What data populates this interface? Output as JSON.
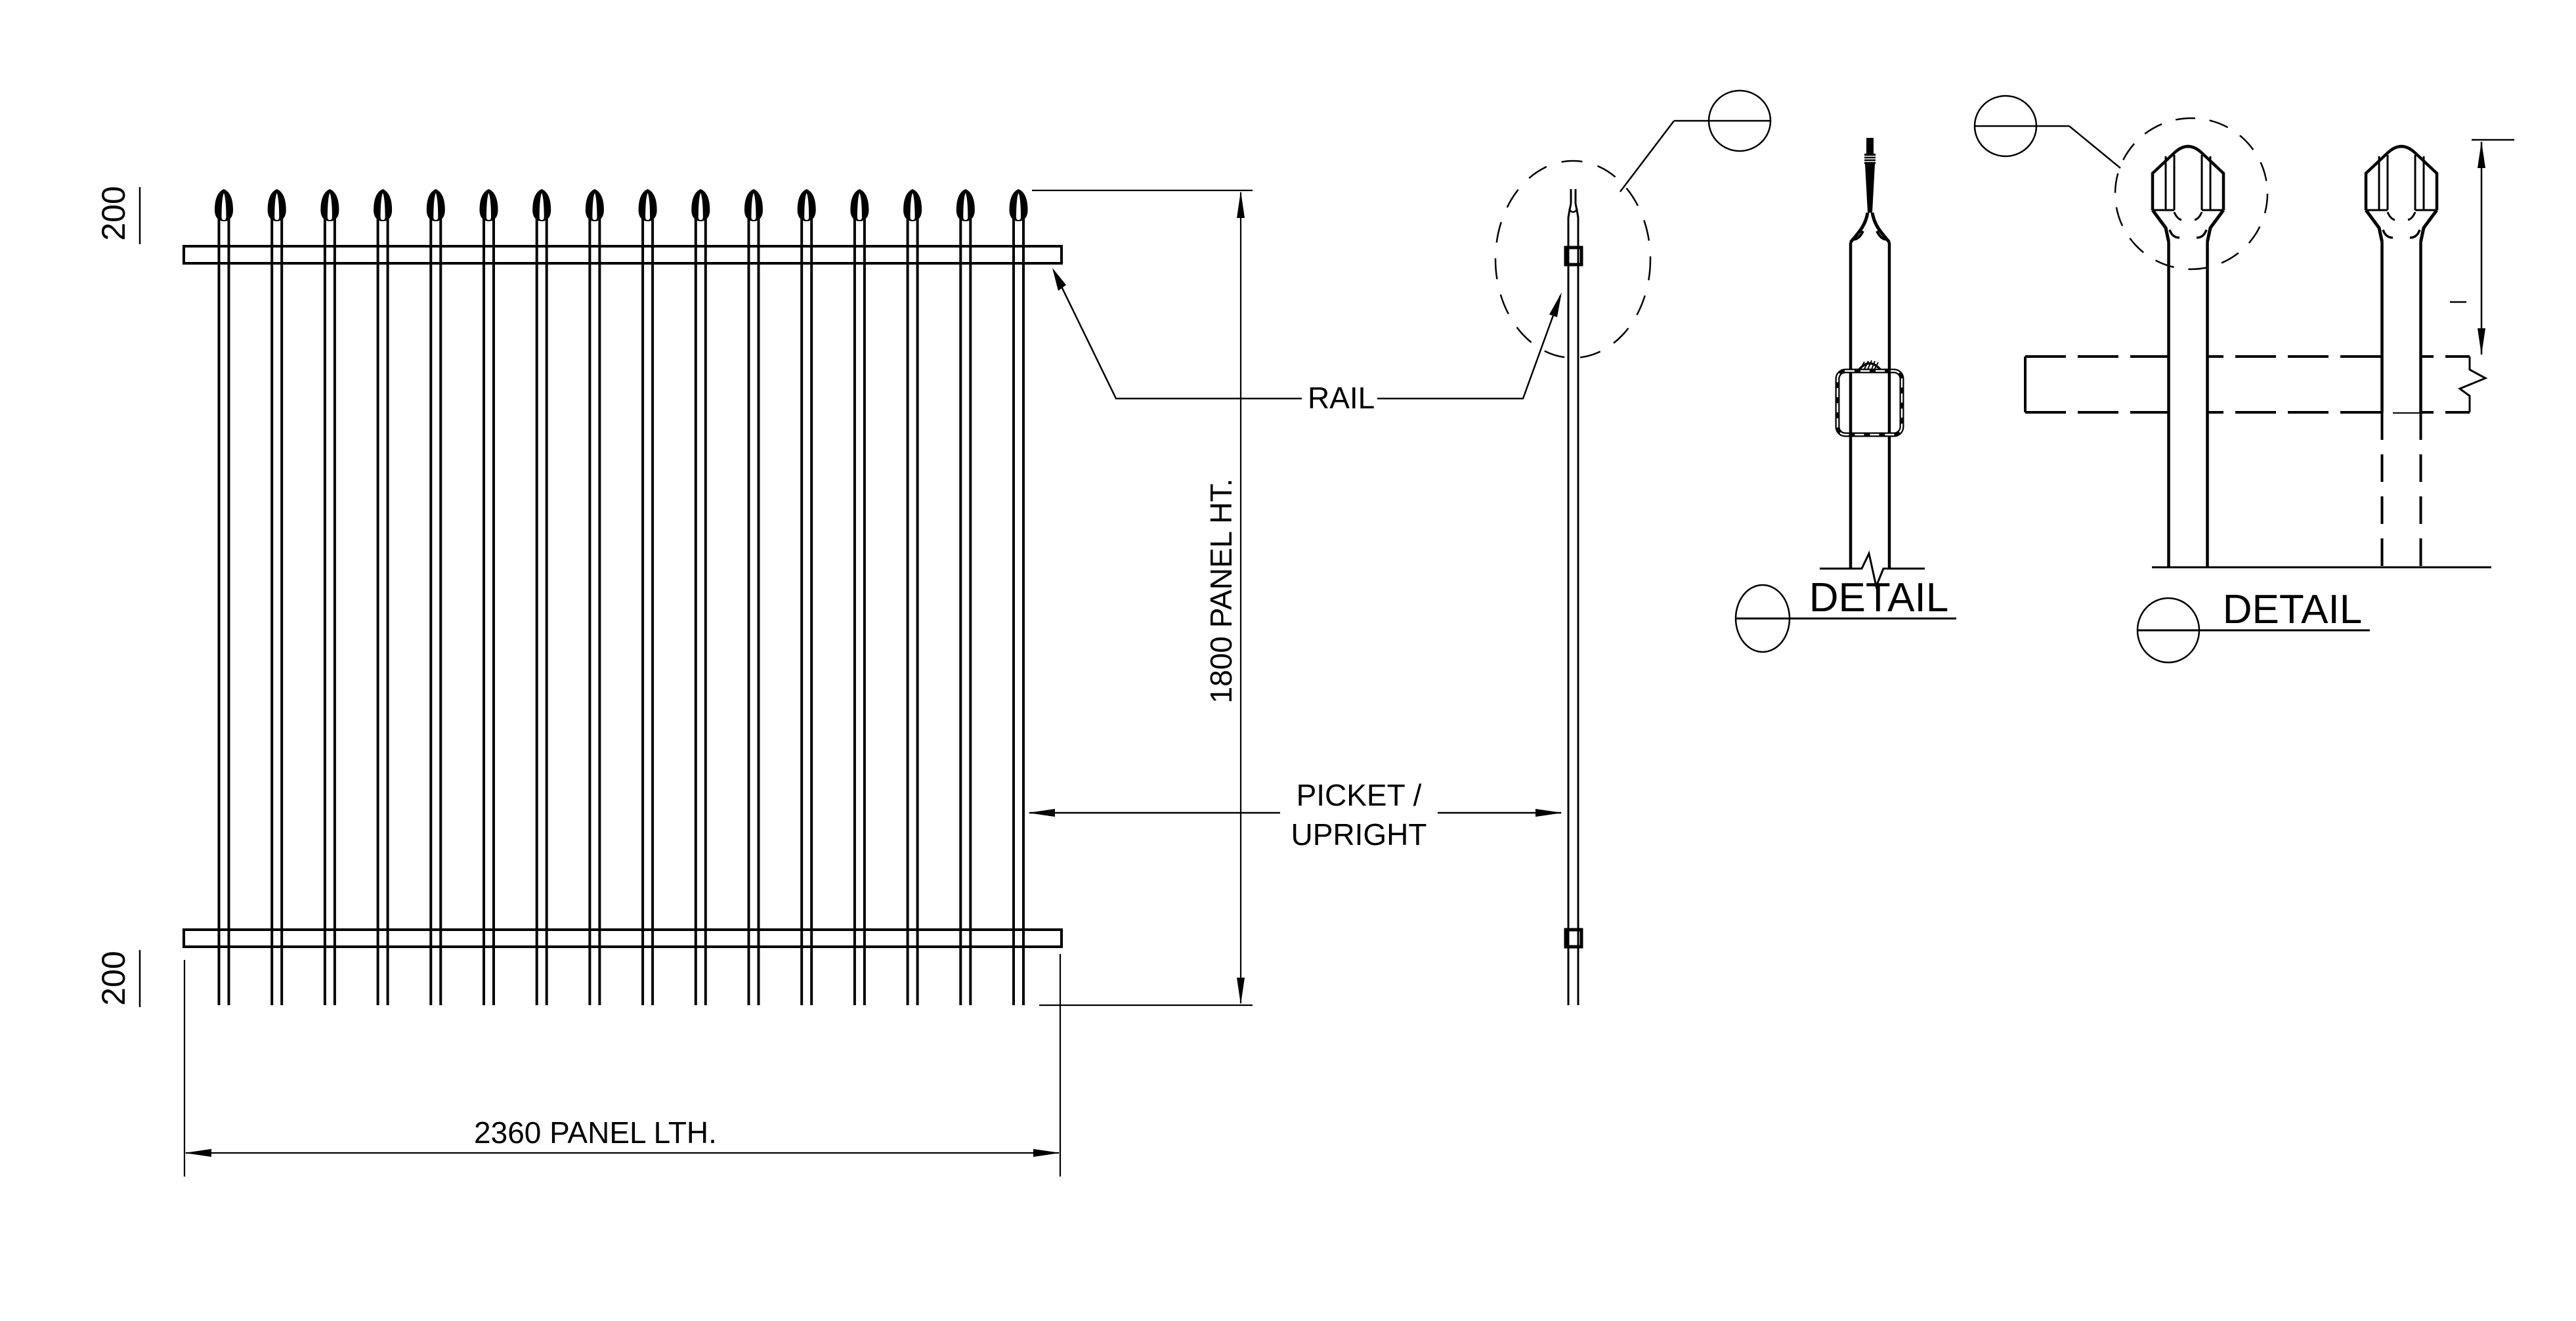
{
  "drawing": {
    "background_color": "#ffffff",
    "line_color": "#000000",
    "views": {
      "front_elevation": {
        "picket_count": 16,
        "labels": {
          "top_offset": "200",
          "bottom_offset": "200",
          "panel_height": "1800 PANEL HT.",
          "panel_length": "2360 PANEL LTH."
        }
      },
      "annotations": {
        "rail_label": "RAIL",
        "picket_label_line1": "PICKET /",
        "picket_label_line2": "UPRIGHT"
      },
      "detail_top_fixing": {
        "title": "DETAIL"
      },
      "detail_rail_fixing": {
        "title": "DETAIL"
      }
    }
  }
}
